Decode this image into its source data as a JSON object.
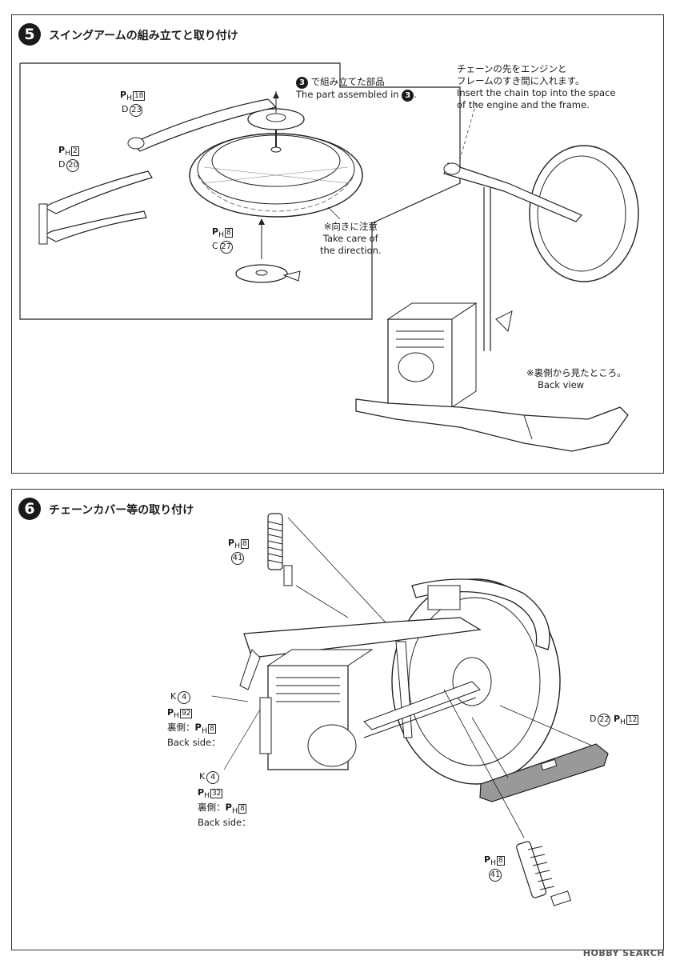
{
  "step5": {
    "number": "5",
    "title": "スイングアームの組み立てと取り付け",
    "parts": {
      "p1": {
        "prefix": "P",
        "sub": "H",
        "box": "18",
        "letter": "D",
        "num": "23"
      },
      "p2": {
        "prefix": "P",
        "sub": "H",
        "box": "2",
        "letter": "D",
        "num": "20"
      },
      "p3": {
        "prefix": "P",
        "sub": "H",
        "box": "8",
        "letter": "C",
        "num": "27"
      }
    },
    "assembled": {
      "num": "3",
      "jp": "で組み立てた部品",
      "en": "The part assembled in",
      "en_num": "3",
      "en_end": "."
    },
    "direction": {
      "jp": "※向きに注意",
      "en1": "Take care of",
      "en2": "the direction."
    },
    "chain": {
      "jp1": "チェーンの先をエンジンと",
      "jp2": "フレームのすき間に入れます。",
      "en1": "Insert the chain top into the space",
      "en2": "of the engine and the frame."
    },
    "backview": {
      "jp": "※裏側から見たところ。",
      "en": "Back view"
    }
  },
  "step6": {
    "number": "6",
    "title": "チェーンカバー等の取り付け",
    "parts": {
      "shock_top": {
        "prefix": "P",
        "sub": "H",
        "box": "8",
        "num": "41"
      },
      "k1": {
        "letter": "K",
        "num": "4",
        "prefix": "P",
        "sub": "H",
        "box": "92",
        "back_jp": "裏側：",
        "back_box": "8",
        "back_en": "Back side："
      },
      "k2": {
        "letter": "K",
        "num": "4",
        "prefix": "P",
        "sub": "H",
        "box": "32",
        "back_jp": "裏側：",
        "back_box": "8",
        "back_en": "Back side："
      },
      "cover": {
        "letter": "D",
        "num": "22",
        "prefix": "P",
        "sub": "H",
        "box": "12"
      },
      "shock_bottom": {
        "prefix": "P",
        "sub": "H",
        "box": "8",
        "num": "41"
      }
    }
  },
  "watermark": "HOBBY SEARCH",
  "icons": [
    "swingarm-drawing",
    "wheel-drawing",
    "engine-frame-drawing",
    "shock-absorber-drawing",
    "chain-cover-drawing"
  ]
}
